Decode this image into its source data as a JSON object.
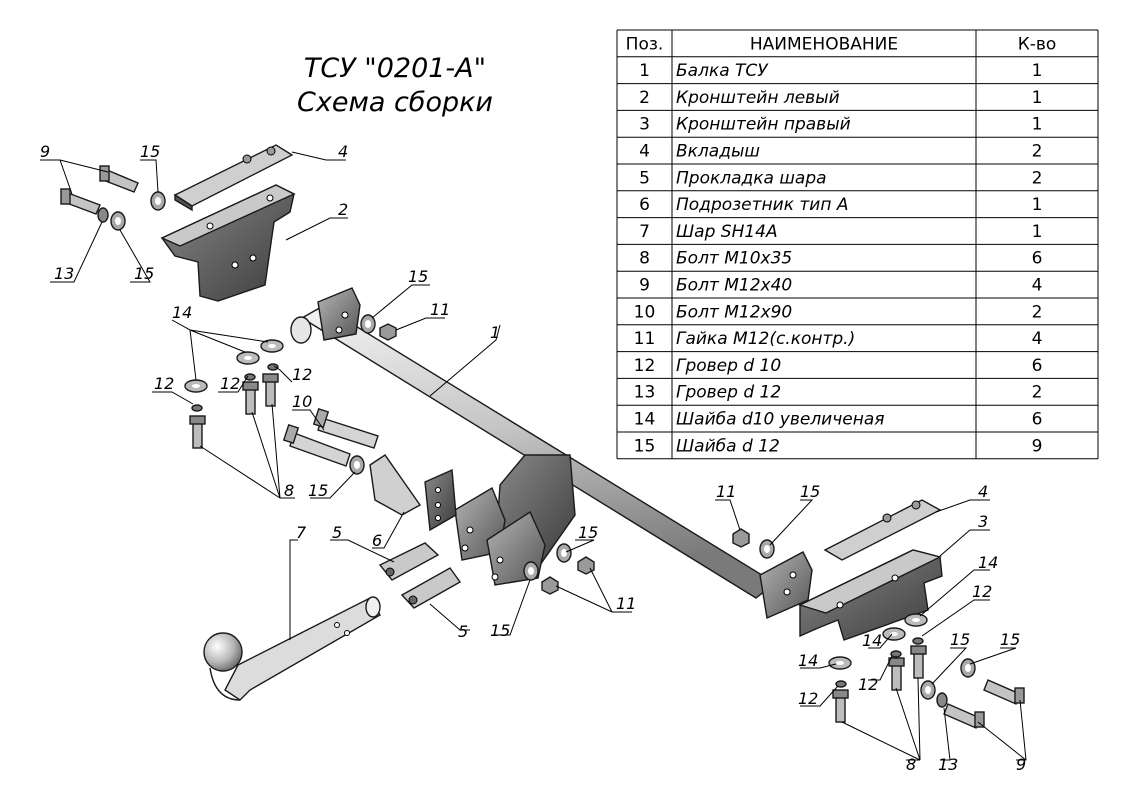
{
  "title": {
    "line1": "ТСУ \"0201-А\"",
    "line2": "Схема сборки"
  },
  "table": {
    "headers": [
      "Поз.",
      "НАИМЕНОВАНИЕ",
      "К-во"
    ],
    "rows": [
      {
        "pos": "1",
        "name": "Балка ТСУ",
        "qty": "1"
      },
      {
        "pos": "2",
        "name": "Кронштейн левый",
        "qty": "1"
      },
      {
        "pos": "3",
        "name": "Кронштейн правый",
        "qty": "1"
      },
      {
        "pos": "4",
        "name": "Вкладыш",
        "qty": "2"
      },
      {
        "pos": "5",
        "name": "Прокладка шара",
        "qty": "2"
      },
      {
        "pos": "6",
        "name": "Подрозетник тип А",
        "qty": "1"
      },
      {
        "pos": "7",
        "name": "Шар SH14A",
        "qty": "1"
      },
      {
        "pos": "8",
        "name": "Болт М10х35",
        "qty": "6"
      },
      {
        "pos": "9",
        "name": "Болт М12х40",
        "qty": "4"
      },
      {
        "pos": "10",
        "name": "Болт М12х90",
        "qty": "2"
      },
      {
        "pos": "11",
        "name": "Гайка М12(с.контр.)",
        "qty": "4"
      },
      {
        "pos": "12",
        "name": "Гровер d 10",
        "qty": "6"
      },
      {
        "pos": "13",
        "name": "Гровер d 12",
        "qty": "2"
      },
      {
        "pos": "14",
        "name": "Шайба d10 увеличеная",
        "qty": "6"
      },
      {
        "pos": "15",
        "name": "Шайба d 12",
        "qty": "9"
      }
    ]
  },
  "callouts": [
    "9",
    "15",
    "4",
    "2",
    "13",
    "15",
    "15",
    "11",
    "1",
    "14",
    "12",
    "12",
    "12",
    "10",
    "8",
    "15",
    "6",
    "7",
    "5",
    "5",
    "15",
    "15",
    "11",
    "11",
    "15",
    "4",
    "3",
    "14",
    "12",
    "14",
    "12",
    "14",
    "12",
    "15",
    "15",
    "8",
    "13",
    "9"
  ],
  "colors": {
    "metal_dark": "#5e5e5e",
    "metal_mid": "#9a9a9a",
    "metal_light": "#d8d8d8",
    "line": "#000000"
  }
}
